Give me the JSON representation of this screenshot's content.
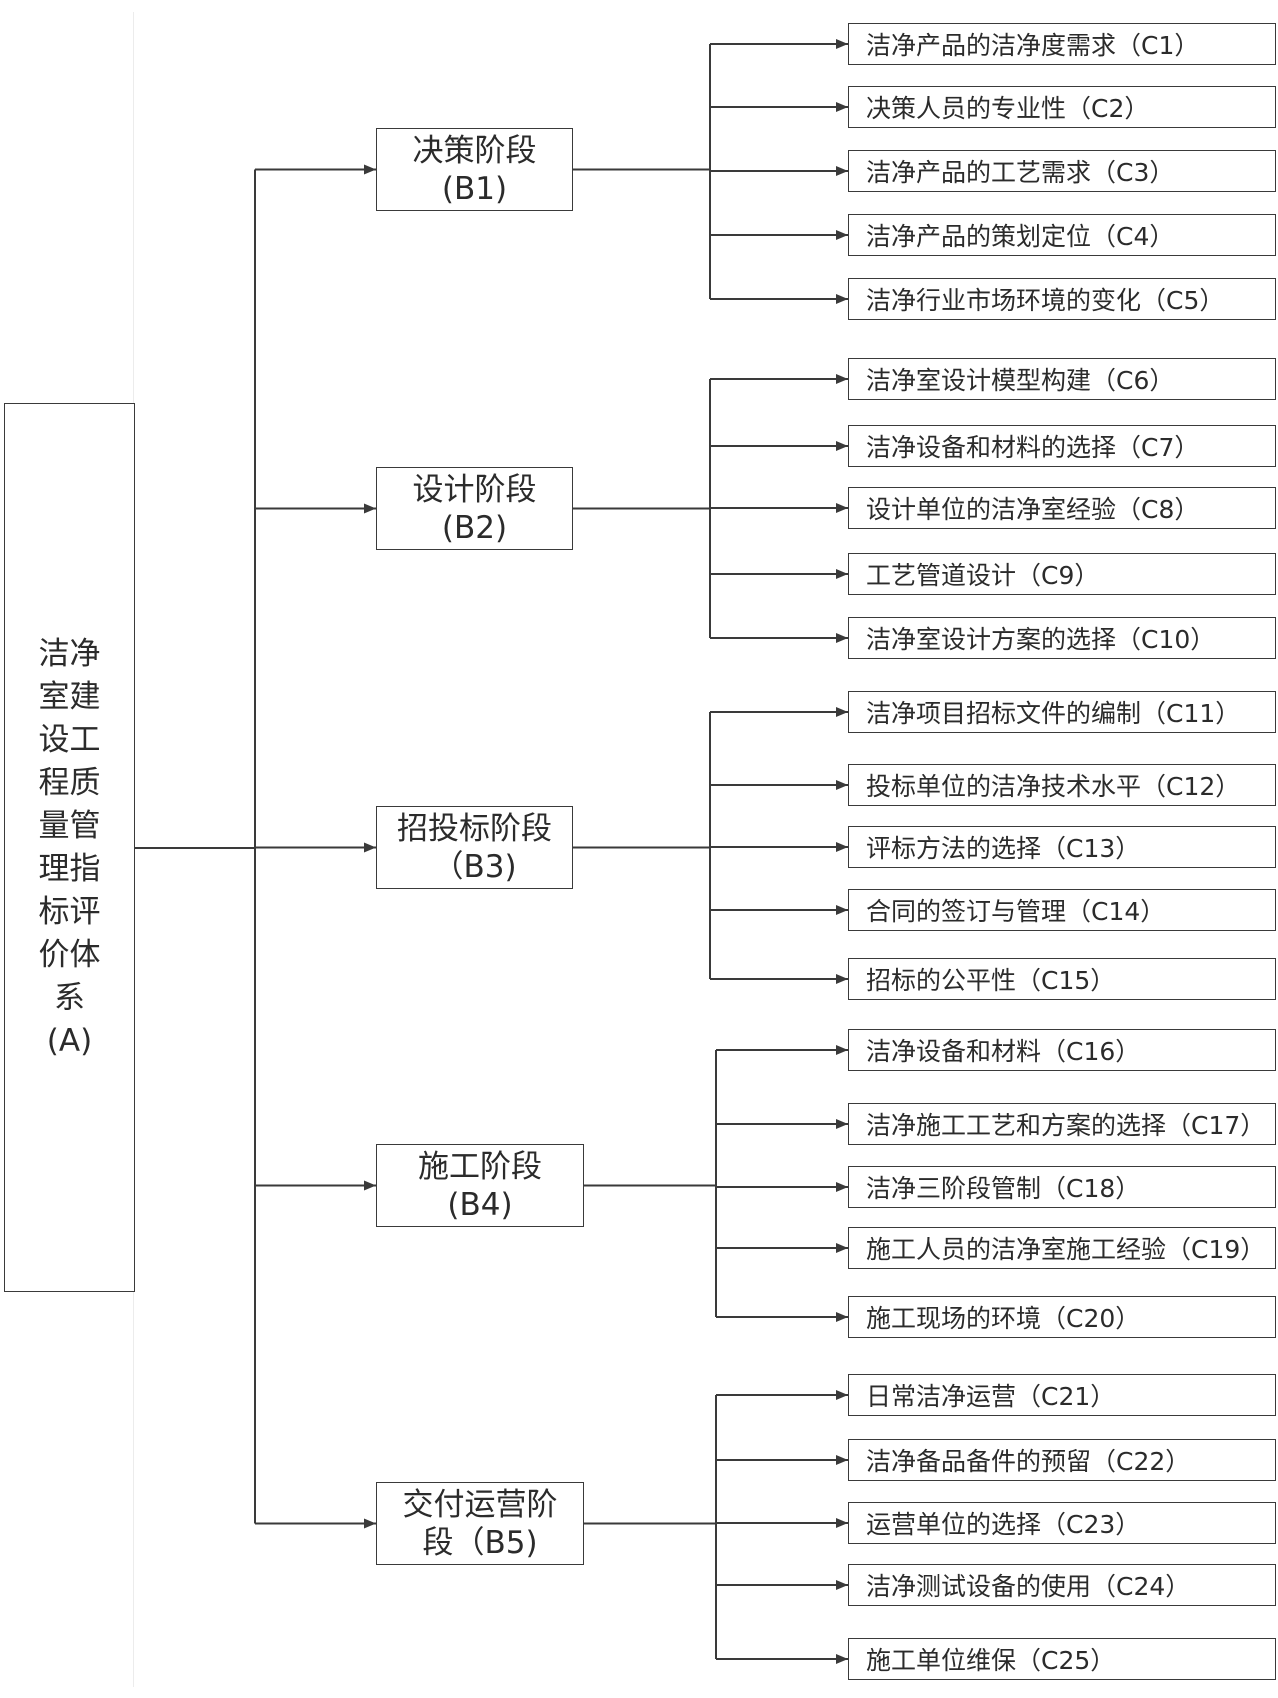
{
  "colors": {
    "line": "#3a3a3a",
    "text": "#2b2b2b",
    "background": "#ffffff"
  },
  "root": {
    "label": "洁净室建设工程质量管理指标评价体系(A)"
  },
  "stages": [
    {
      "label": "决策阶段(B1)",
      "children": [
        "洁净产品的洁净度需求（C1）",
        "决策人员的专业性（C2）",
        "洁净产品的工艺需求（C3）",
        "洁净产品的策划定位（C4）",
        "洁净行业市场环境的变化（C5）"
      ]
    },
    {
      "label": "设计阶段(B2)",
      "children": [
        "洁净室设计模型构建（C6）",
        "洁净设备和材料的选择（C7）",
        "设计单位的洁净室经验（C8）",
        "工艺管道设计（C9）",
        "洁净室设计方案的选择（C10）"
      ]
    },
    {
      "label": "招投标阶段（B3)",
      "children": [
        "洁净项目招标文件的编制（C11）",
        "投标单位的洁净技术水平（C12）",
        "评标方法的选择（C13）",
        "合同的签订与管理（C14）",
        "招标的公平性（C15）"
      ]
    },
    {
      "label": "施工阶段(B4)",
      "children": [
        "洁净设备和材料（C16）",
        "洁净施工工艺和方案的选择（C17）",
        "洁净三阶段管制（C18）",
        "施工人员的洁净室施工经验（C19）",
        "施工现场的环境（C20）"
      ]
    },
    {
      "label": "交付运营阶段（B5)",
      "children": [
        "日常洁净运营（C21）",
        "洁净备品备件的预留（C22）",
        "运营单位的选择（C23）",
        "洁净测试设备的使用（C24）",
        "施工单位维保（C25）"
      ]
    }
  ]
}
